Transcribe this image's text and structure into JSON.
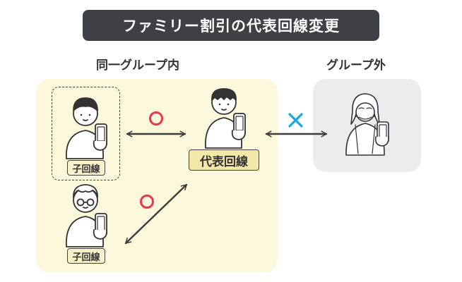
{
  "title": "ファミリー割引の代表回線変更",
  "groups": {
    "inside": {
      "label": "同一グループ内"
    },
    "outside": {
      "label": "グループ外"
    }
  },
  "tags": {
    "representative": "代表回線",
    "child_1": "子回線",
    "child_2": "子回線"
  },
  "marks": {
    "allowed": "○",
    "not_allowed": "×"
  },
  "colors": {
    "title_bg": "#3f4045",
    "inside_panel": "#fcf8dc",
    "outside_panel": "#ececee",
    "allowed_mark": "#e8384f",
    "not_allowed_mark": "#19a9e1",
    "arrow": "#3d3d3d"
  }
}
